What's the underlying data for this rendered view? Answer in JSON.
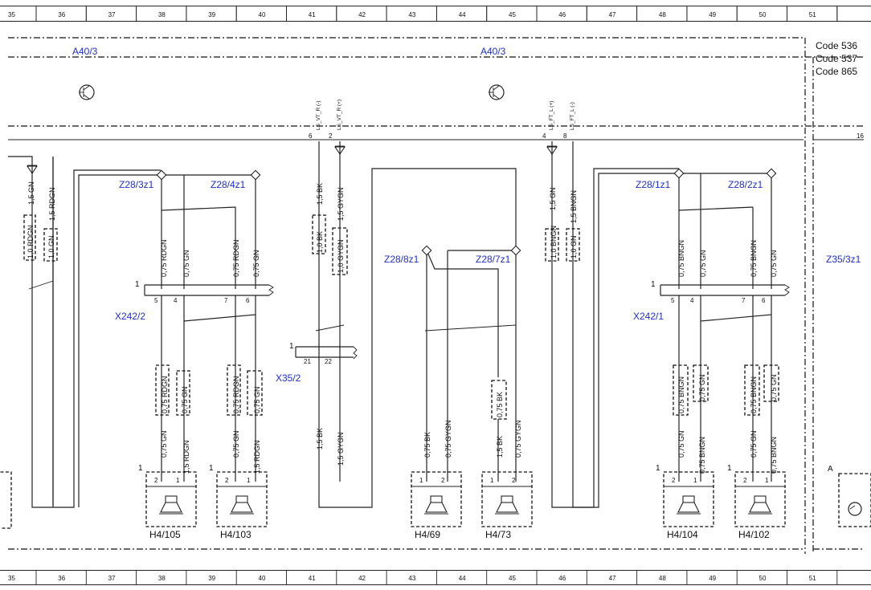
{
  "ruler": {
    "numbers": [
      "35",
      "36",
      "37",
      "38",
      "39",
      "40",
      "41",
      "42",
      "43",
      "44",
      "45",
      "46",
      "47",
      "48",
      "49",
      "50",
      "51"
    ]
  },
  "codes": [
    "Code 536",
    "Code 537",
    "Code 865"
  ],
  "control_units": [
    "A40/3",
    "A40/3"
  ],
  "partial_labels": {
    "z35": "Z35/3z1",
    "a": "A",
    "pin16": "16"
  },
  "signal_labels": [
    "LS_VT_R (-)",
    "LS_VT_R (+)",
    "LS_FT_L (+)",
    "LS_FT_L (-)"
  ],
  "module_pins": [
    "6",
    "2",
    "4",
    "8"
  ],
  "wires": {
    "w1": "1,5 GN",
    "w2": "1,5 RDGN",
    "w3": "1,0 RDGN",
    "w4": "1,0 GN",
    "w5": "0,75 RDGN",
    "w6": "0,75 GN",
    "w7": "0,75 RDGN",
    "w8": "0,75 GN",
    "w9": "0,75 RDGN",
    "w10": "0,75 GN",
    "w11": "0,75 RDGN",
    "w12": "0,75 GN",
    "w13": "0,75 GN",
    "w14": "1,5 RDGN",
    "w15": "0,75 GN",
    "w16": "1,5 RDGN",
    "w17": "1,5 BK",
    "w18": "1,5 GYGN",
    "w19": "1,0 BK",
    "w20": "1,0 GYGN",
    "w21": "1,5 BK",
    "w22": "1,5 GYGN",
    "w23": "0,75 BK",
    "w24": "0,75 GYGN",
    "w25": "0,75 BK",
    "w26": "1,5 BK",
    "w27": "0,75 GYGN",
    "w28": "1,5 GN",
    "w29": "1,5 BNGN",
    "w30": "1,0 BNGN",
    "w31": "1,0 GN",
    "w32": "0,75 BNGN",
    "w33": "0,75 GN",
    "w34": "0,75 BNGN",
    "w35": "0,75 GN",
    "w36": "0,75 BNGN",
    "w37": "0,75 GN",
    "w38": "0,75 BNGN",
    "w39": "0,75 GN",
    "w40": "0,75 GN",
    "w41": "0,75 BNGN",
    "w42": "0,75 GN",
    "w43": "0,75 BNGN"
  },
  "splices": [
    "Z28/3z1",
    "Z28/4z1",
    "Z28/8z1",
    "Z28/7z1",
    "Z28/1z1",
    "Z28/2z1"
  ],
  "connectors": {
    "x242_2": {
      "name": "X242/2",
      "ref": "1",
      "pins": [
        "5",
        "4",
        "7",
        "6"
      ]
    },
    "x35_2": {
      "name": "X35/2",
      "ref": "1",
      "pins": [
        "21",
        "22"
      ]
    },
    "x242_1": {
      "name": "X242/1",
      "ref": "1",
      "pins": [
        "5",
        "4",
        "7",
        "6"
      ]
    }
  },
  "speakers": [
    {
      "name": "H4/105",
      "ref": "1",
      "pins": [
        "2",
        "1"
      ]
    },
    {
      "name": "H4/103",
      "ref": "1",
      "pins": [
        "2",
        "1"
      ]
    },
    {
      "name": "H4/69",
      "ref": "",
      "pins": [
        "1",
        "2"
      ]
    },
    {
      "name": "H4/73",
      "ref": "",
      "pins": [
        "1",
        "2"
      ]
    },
    {
      "name": "H4/104",
      "ref": "1",
      "pins": [
        "2",
        "1"
      ]
    },
    {
      "name": "H4/102",
      "ref": "1",
      "pins": [
        "2",
        "1"
      ]
    }
  ]
}
